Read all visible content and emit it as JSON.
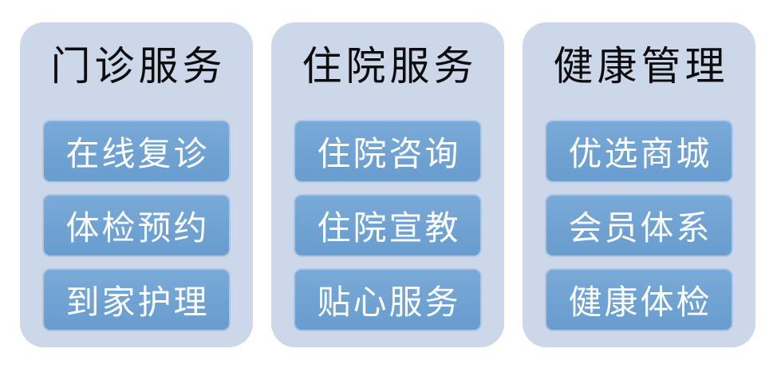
{
  "page": {
    "background_color": "#ffffff"
  },
  "colors": {
    "card_background": "#ccd7e9",
    "item_fill": "#6fa2d2",
    "item_border": "#aec6e3",
    "title_text": "#0d0d0d",
    "item_text": "#ffffff"
  },
  "columns": [
    {
      "title": "门诊服务",
      "items": [
        "在线复诊",
        "体检预约",
        "到家护理"
      ]
    },
    {
      "title": "住院服务",
      "items": [
        "住院咨询",
        "住院宣教",
        "贴心服务"
      ]
    },
    {
      "title": "健康管理",
      "items": [
        "优选商城",
        "会员体系",
        "健康体检"
      ]
    }
  ]
}
